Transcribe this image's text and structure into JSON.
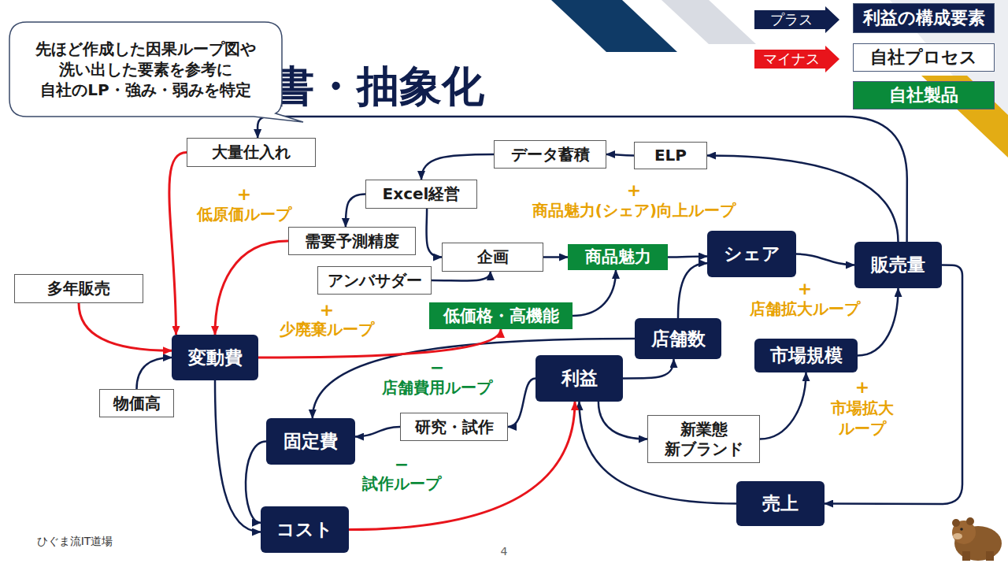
{
  "diagram": {
    "title": "書・抽象化",
    "nodes": [
      {
        "text": [
          "先ほど作成した因果ループ図や 洗い出した要素を参考に 自社のLP・強み・弱みを特定"
        ]
      },
      {
        "text": [
          "大量仕入れ"
        ]
      },
      {
        "text": [
          "データ蓄積"
        ]
      },
      {
        "text": [
          "ELP"
        ]
      },
      {
        "text": [
          "Excel経営"
        ]
      },
      {
        "text": [
          "需要予測精度"
        ]
      },
      {
        "text": [
          "企画"
        ]
      },
      {
        "text": [
          "商品魅力"
        ]
      },
      {
        "text": [
          "シェア"
        ]
      },
      {
        "text": [
          "販売量"
        ]
      },
      {
        "text": [
          "多年販売"
        ]
      },
      {
        "text": [
          "アンバサダー"
        ]
      },
      {
        "text": [
          "低価格・高機能"
        ]
      },
      {
        "text": [
          "店舗数"
        ]
      },
      {
        "text": [
          "変動費"
        ]
      },
      {
        "text": [
          "市場規模"
        ]
      },
      {
        "text": [
          "利益"
        ]
      },
      {
        "text": [
          "物価高"
        ]
      },
      {
        "text": [
          "研究・試作"
        ]
      },
      {
        "text": [
          "固定費"
        ]
      },
      {
        "text": [
          "新業態 新ブランド"
        ]
      },
      {
        "text": [
          "売上"
        ]
      },
      {
        "text": [
          "コスト"
        ]
      }
    ],
    "edges": [
      {
        "from": 9,
        "to": 3,
        "arrow": "to"
      },
      {
        "from": 9,
        "to": 1,
        "arrow": "to"
      },
      {
        "from": 3,
        "to": 2,
        "arrow": "to"
      },
      {
        "from": 2,
        "to": 4,
        "arrow": "to"
      },
      {
        "from": 4,
        "to": 5,
        "arrow": "to"
      },
      {
        "from": 4,
        "to": 6,
        "arrow": "to"
      },
      {
        "from": 6,
        "to": 7,
        "arrow": "to"
      },
      {
        "from": 11,
        "to": 6,
        "arrow": "to"
      },
      {
        "from": 7,
        "to": 8,
        "arrow": "to"
      },
      {
        "from": 8,
        "to": 9,
        "arrow": "to"
      },
      {
        "from": 12,
        "to": 7,
        "arrow": "to"
      },
      {
        "from": 13,
        "to": 8,
        "arrow": "to"
      },
      {
        "from": 15,
        "to": 9,
        "arrow": "to"
      },
      {
        "from": 9,
        "to": 21,
        "arrow": "to"
      },
      {
        "from": 21,
        "to": 16,
        "arrow": "to"
      },
      {
        "from": 16,
        "to": 13,
        "arrow": "to"
      },
      {
        "from": 16,
        "to": 20,
        "arrow": "to"
      },
      {
        "from": 20,
        "to": 15,
        "arrow": "to"
      },
      {
        "from": 16,
        "to": 18,
        "arrow": "to"
      },
      {
        "from": 18,
        "to": 19,
        "arrow": "to"
      },
      {
        "from": 13,
        "to": 19,
        "arrow": "to"
      },
      {
        "from": 19,
        "to": 22,
        "arrow": "to"
      },
      {
        "from": 14,
        "to": 22,
        "arrow": "to"
      },
      {
        "from": 17,
        "to": 14,
        "arrow": "to"
      },
      {
        "from": 1,
        "to": 14,
        "arrow": "to"
      },
      {
        "from": 5,
        "to": 14,
        "arrow": "to"
      },
      {
        "from": 10,
        "to": 14,
        "arrow": "to"
      },
      {
        "from": 14,
        "to": 12,
        "arrow": "to"
      },
      {
        "from": 22,
        "to": 16,
        "arrow": "to"
      }
    ],
    "labels": [
      "+",
      "低原価ループ",
      "+",
      "商品魅力(シェア)向上ループ",
      "+",
      "少廃棄ループ",
      "+",
      "店舗拡大ループ",
      "−",
      "店舗費用ループ",
      "−",
      "試作ループ",
      "+",
      "市場拡大 ループ",
      "ひぐま流IT道場",
      "4"
    ],
    "legend": [
      {
        "text": "プラス",
        "color": "#0f1e4d"
      },
      {
        "text": "マイナス",
        "color": "#e8141b"
      },
      {
        "text": "利益の構成要素",
        "color": "#0f1e4d"
      },
      {
        "text": "自社プロセス",
        "color": "#ffffff"
      },
      {
        "text": "自社製品",
        "color": "#0a8a3a"
      }
    ]
  }
}
